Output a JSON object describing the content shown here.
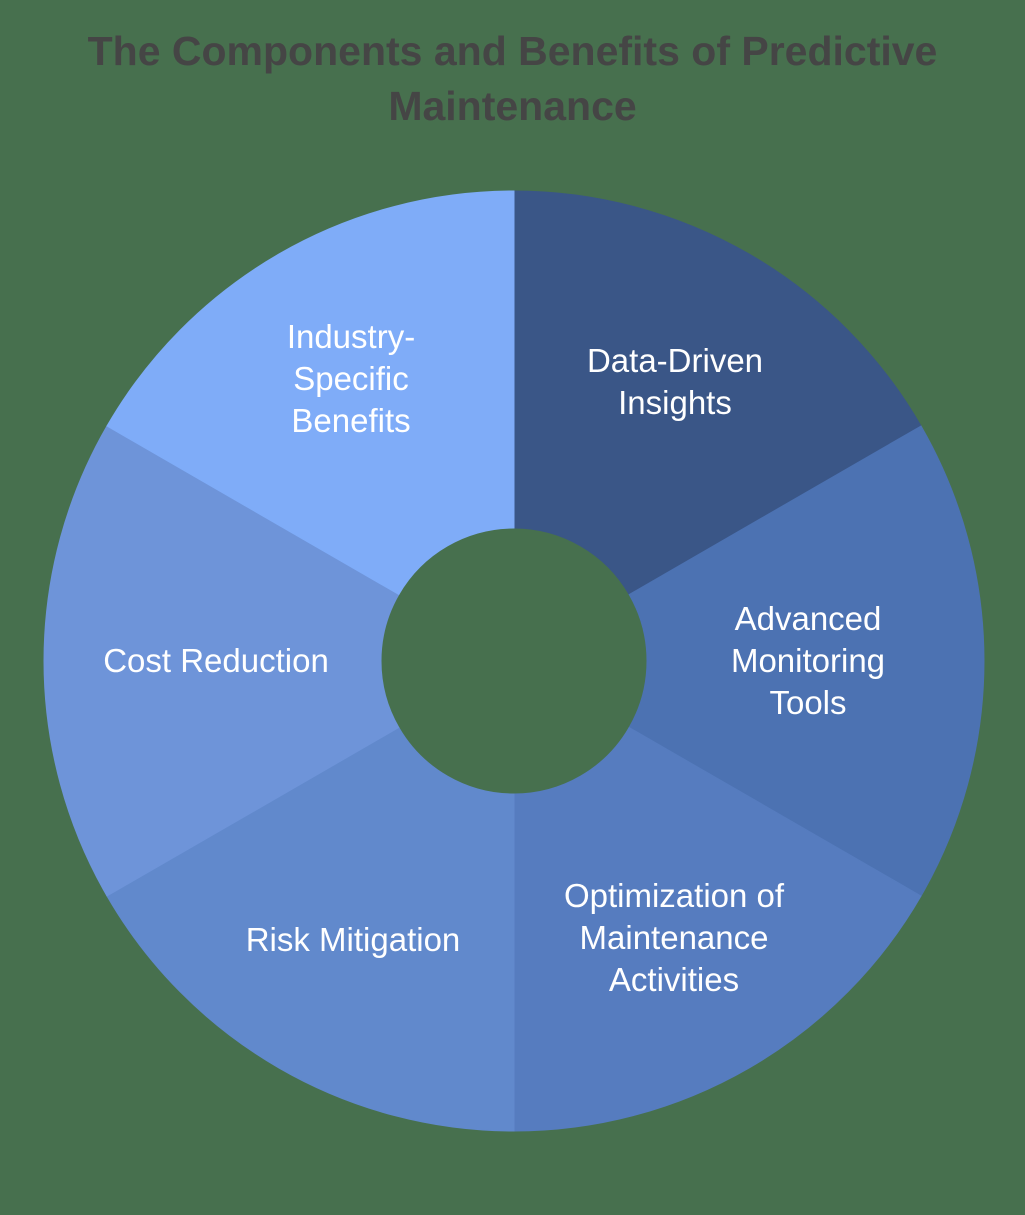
{
  "title": "The Components and Benefits of Predictive Maintenance",
  "colors": {
    "background": "#47704E",
    "title_text": "#454545",
    "label_text": "#FFFFFF"
  },
  "chart_data": {
    "type": "pie",
    "subtype": "donut",
    "title": "The Components and Benefits of Predictive Maintenance",
    "direction": "clockwise",
    "start_angle_deg": 0,
    "legend": "none",
    "data_labels": "inside-segment",
    "segments": [
      {
        "label": "Data-Driven Insights",
        "label_lines": [
          "Data-Driven",
          "Insights"
        ],
        "value": 1,
        "color": "#3A5687"
      },
      {
        "label": "Advanced Monitoring Tools",
        "label_lines": [
          "Advanced",
          "Monitoring",
          "Tools"
        ],
        "value": 1,
        "color": "#4C72B2"
      },
      {
        "label": "Optimization of Maintenance Activities",
        "label_lines": [
          "Optimization of",
          "Maintenance",
          "Activities"
        ],
        "value": 1,
        "color": "#567CBF"
      },
      {
        "label": "Risk Mitigation",
        "label_lines": [
          "Risk Mitigation"
        ],
        "value": 1,
        "color": "#6189CC"
      },
      {
        "label": "Cost Reduction",
        "label_lines": [
          "Cost Reduction"
        ],
        "value": 1,
        "color": "#6E94D9"
      },
      {
        "label": "Industry-Specific Benefits",
        "label_lines": [
          "Industry-",
          "Specific",
          "Benefits"
        ],
        "value": 1,
        "color": "#7FACF8"
      }
    ]
  }
}
